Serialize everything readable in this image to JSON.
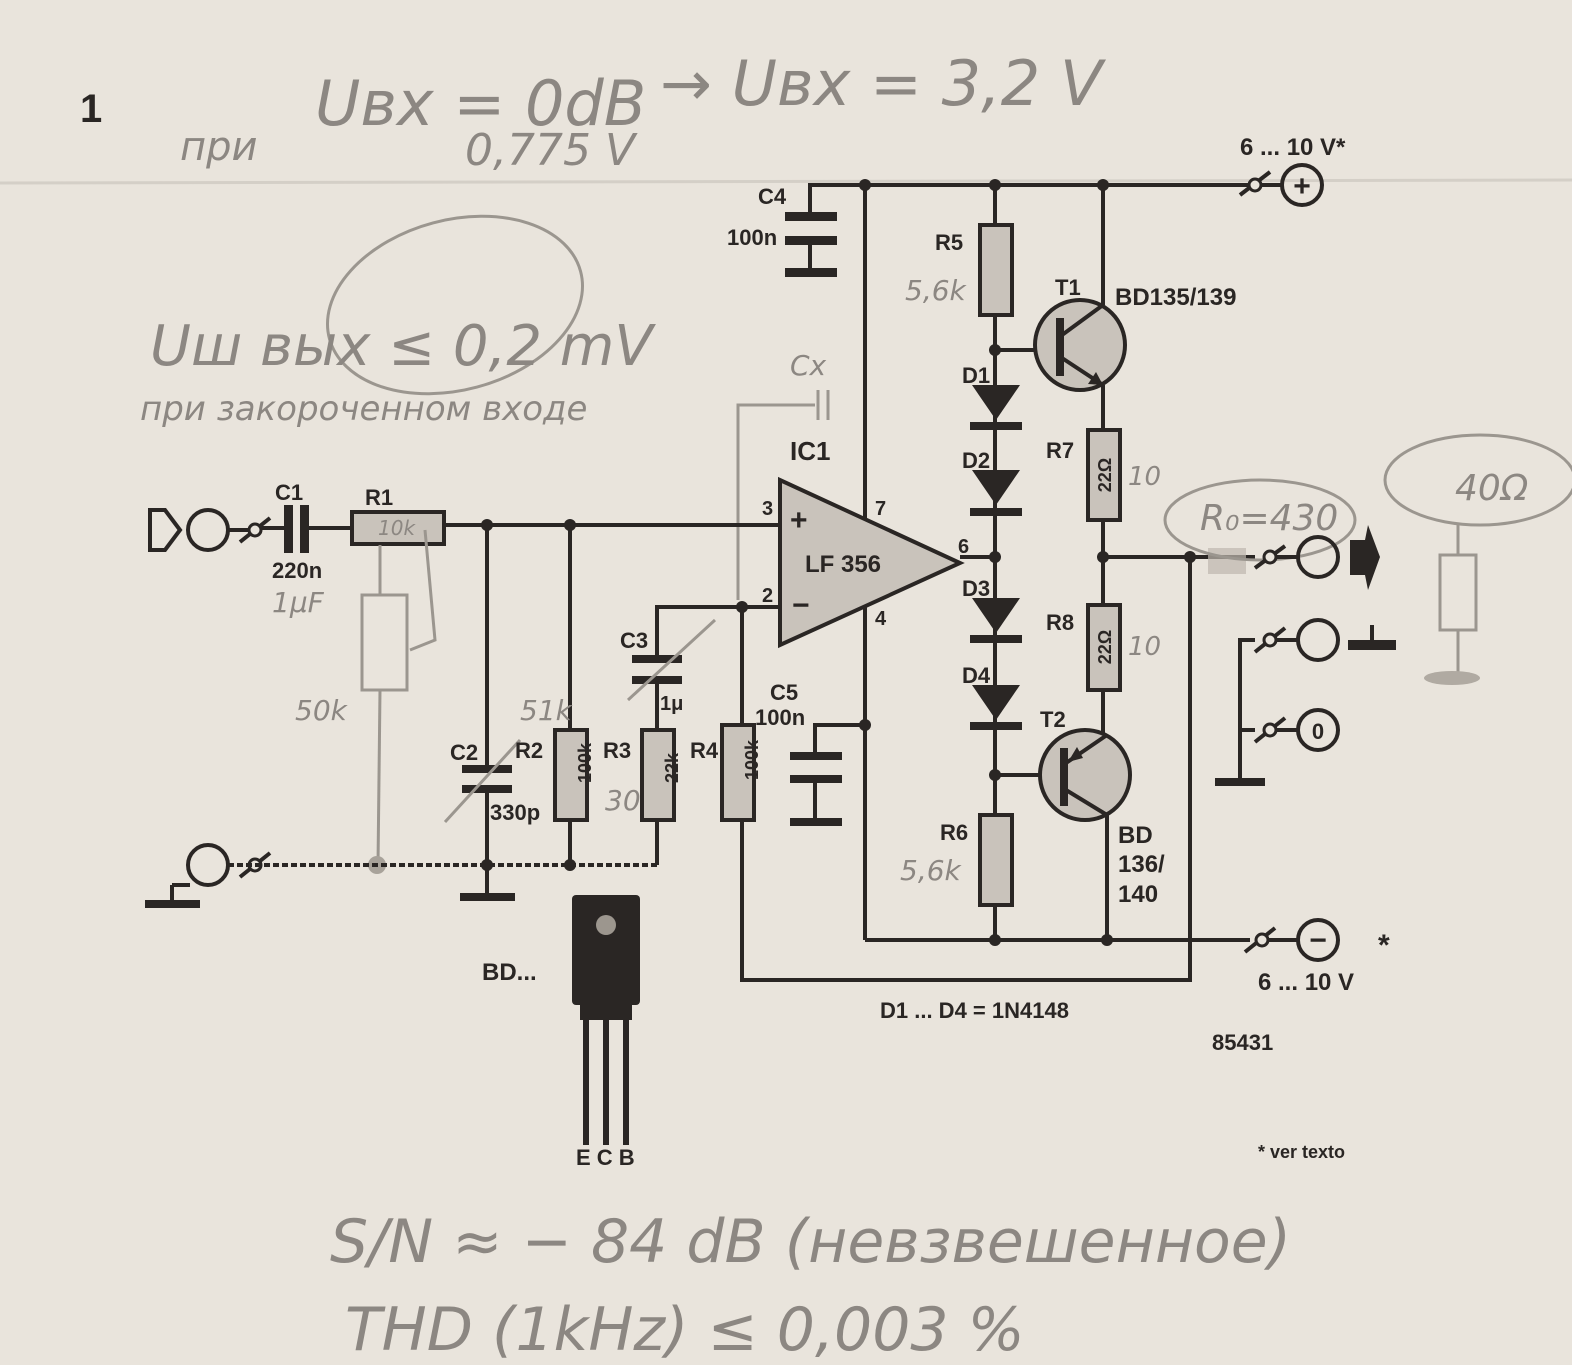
{
  "figure_number": "1",
  "notes": {
    "top_line1": "Uвх = 0dB",
    "top_line1_prefix": "при",
    "top_line1_result": "→ Uвх = 3,2 V",
    "top_line2": "0,775 V",
    "noise": "Uш вых ≤ 0,2 mV",
    "noise_sub": "при закороченном входе",
    "cx": "Cx",
    "r1_val": "10k",
    "c1_alt": "1μF",
    "pot": "50k",
    "r2_alt": "51k",
    "r3_alt": "30",
    "r5_alt": "5,6k",
    "r6_alt": "5,6k",
    "r7_alt": "10",
    "r8_alt": "10",
    "ro": "R₀=430",
    "load": "40Ω",
    "sn": "S/N ≈ − 84 dB (невзвешенное)",
    "thd": "THD (1kHz) ≤ 0,003 %"
  },
  "schematic": {
    "c1": "C1",
    "c1_val": "220n",
    "r1": "R1",
    "c2": "C2",
    "c2_val": "330p",
    "r2": "R2",
    "r2_val": "100k",
    "r3": "R3",
    "r3_val": "22k",
    "c3": "C3",
    "c3_val": "1μ",
    "r4": "R4",
    "r4_val": "100k",
    "ic1": "IC1",
    "ic1_type": "LF 356",
    "pin3": "3",
    "pin2": "2",
    "pin7": "7",
    "pin6": "6",
    "pin4": "4",
    "c4": "C4",
    "c4_val": "100n",
    "c5": "C5",
    "c5_val": "100n",
    "r5": "R5",
    "r6": "R6",
    "r7": "R7",
    "r8": "R8",
    "r7_val": "22Ω",
    "r8_val": "22Ω",
    "d1": "D1",
    "d2": "D2",
    "d3": "D3",
    "d4": "D4",
    "t1": "T1",
    "t1_type": "BD135/139",
    "t2": "T2",
    "t2_type1": "BD",
    "t2_type2": "136/",
    "t2_type3": "140",
    "supply_pos": "6 ... 10 V*",
    "supply_neg": "6 ... 10 V",
    "supply_neg_star": "*",
    "plus": "+",
    "minus": "−",
    "zero": "0",
    "diodes_note": "D1 ... D4 = 1N4148",
    "fig_code": "85431",
    "package": "BD...",
    "pins": "E C B",
    "footnote": "* ver texto"
  }
}
